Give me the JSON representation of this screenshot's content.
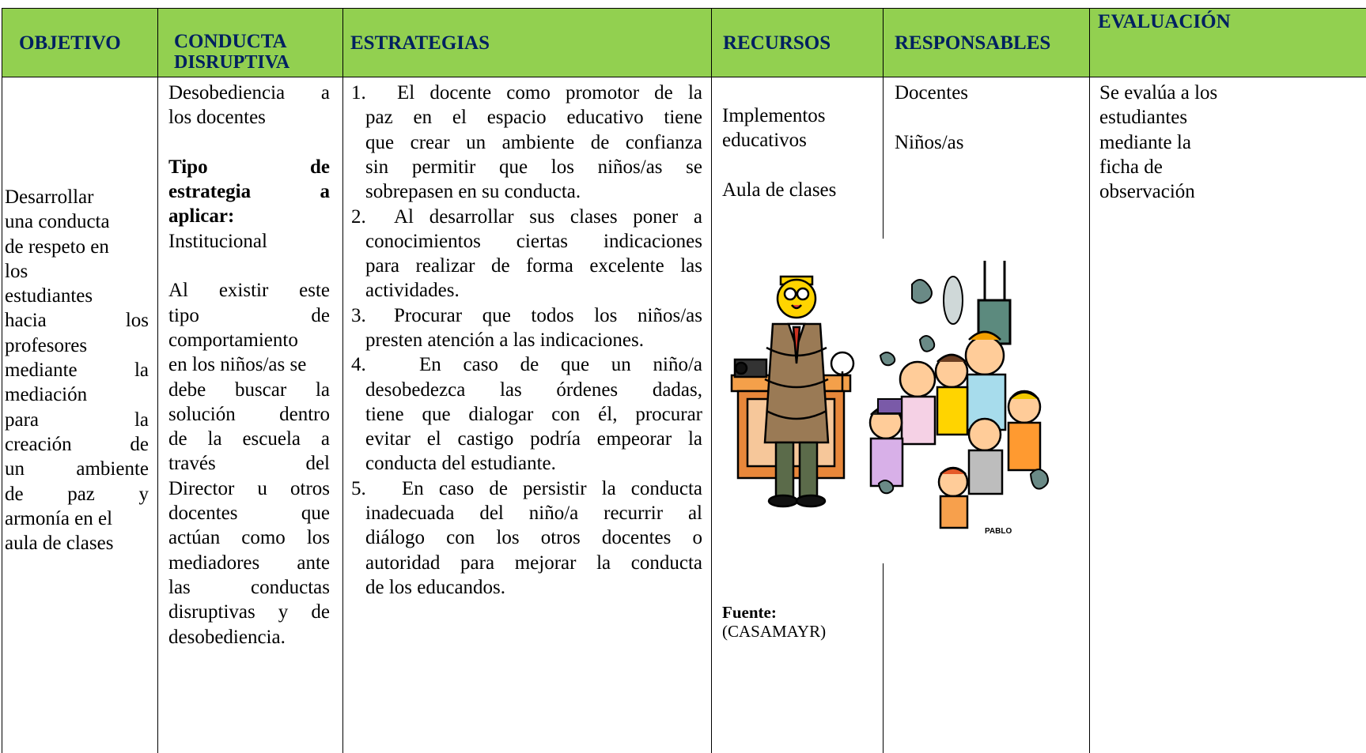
{
  "headers": {
    "objetivo": "OBJETIVO",
    "conducta_l1": "CONDUCTA",
    "conducta_l2": "DISRUPTIVA",
    "estrategias": "ESTRATEGIAS",
    "recursos": "RECURSOS",
    "responsables": "RESPONSABLES",
    "evaluacion": "EVALUACIÓN"
  },
  "objetivo": {
    "lines": [
      "Desarrollar",
      "una conducta",
      "de respeto en",
      "los",
      "estudiantes",
      "hacia los",
      "profesores",
      "mediante la",
      "mediación",
      "para la",
      "creación de",
      "un ambiente",
      "de paz y",
      "armonía en el",
      "aula de clases"
    ]
  },
  "conducta": {
    "line1": "Desobediencia a",
    "line2": "los docentes",
    "tipo_l1": "Tipo de",
    "tipo_l2": "estrategia a",
    "tipo_l3": "aplicar:",
    "tipo_value": "Institucional",
    "desc_lines": [
      "Al existir este",
      "tipo de",
      "comportamiento",
      "en los niños/as se",
      "debe buscar la",
      "solución dentro",
      "de la escuela a",
      "través del",
      "Director u otros",
      "docentes que",
      "actúan como los",
      "mediadores ante",
      "las conductas",
      "disruptivas y de",
      "desobediencia."
    ]
  },
  "estrategias": [
    {
      "num": "1.",
      "lines": [
        "El docente como promotor de la",
        "paz en el espacio educativo tiene",
        "que crear un ambiente de confianza",
        "sin permitir que los niños/as se",
        "sobrepasen en su conducta."
      ]
    },
    {
      "num": "2.",
      "lines": [
        "Al desarrollar sus clases poner a",
        "conocimientos ciertas indicaciones",
        "para realizar de forma excelente las",
        "actividades."
      ]
    },
    {
      "num": "3.",
      "lines": [
        "Procurar que todos los niños/as",
        "presten atención a las indicaciones."
      ]
    },
    {
      "num": "4.",
      "lines": [
        "En caso de que un niño/a",
        "desobedezca las órdenes dadas,",
        "tiene que dialogar con él, procurar",
        "evitar el castigo podría empeorar la",
        "conducta del estudiante."
      ]
    },
    {
      "num": "5.",
      "lines": [
        "En caso de persistir la conducta",
        "inadecuada del niño/a recurrir al",
        "diálogo con los otros docentes o",
        "autoridad para mejorar la conducta",
        "de los educandos."
      ]
    }
  ],
  "recursos": {
    "item1_l1": "Implementos",
    "item1_l2": "educativos",
    "item2": "Aula de clases",
    "fuente_label": "Fuente:",
    "fuente_value": "(CASAMAYR)"
  },
  "responsables": {
    "item1": "Docentes",
    "item2": "Niños/as"
  },
  "evaluacion": {
    "lines": [
      "Se evalúa a los",
      "estudiantes",
      "mediante la",
      "ficha de",
      "observación"
    ]
  },
  "illustration": {
    "caption_signature": "PABLO",
    "colors": {
      "header_bg": "#92d050",
      "header_text": "#002060"
    }
  }
}
